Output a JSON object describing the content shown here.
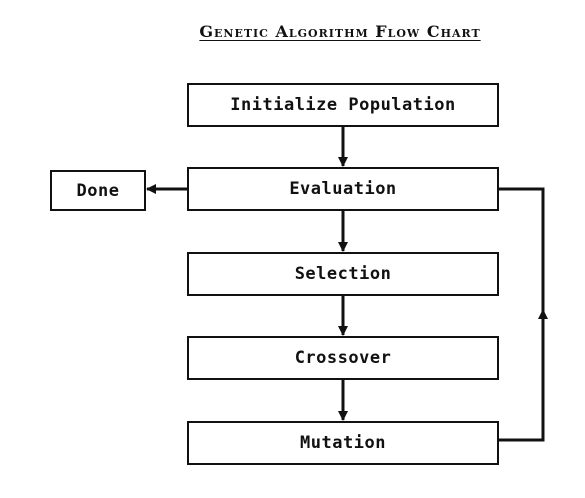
{
  "title": "Genetic Algorithm Flow Chart",
  "nodes": {
    "init": "Initialize Population",
    "evaluation": "Evaluation",
    "done": "Done",
    "selection": "Selection",
    "crossover": "Crossover",
    "mutation": "Mutation"
  },
  "edges": [
    {
      "from": "init",
      "to": "evaluation"
    },
    {
      "from": "evaluation",
      "to": "done"
    },
    {
      "from": "evaluation",
      "to": "selection"
    },
    {
      "from": "selection",
      "to": "crossover"
    },
    {
      "from": "crossover",
      "to": "mutation"
    },
    {
      "from": "mutation",
      "to": "evaluation"
    }
  ],
  "colors": {
    "stroke": "#111111",
    "background": "#ffffff"
  }
}
